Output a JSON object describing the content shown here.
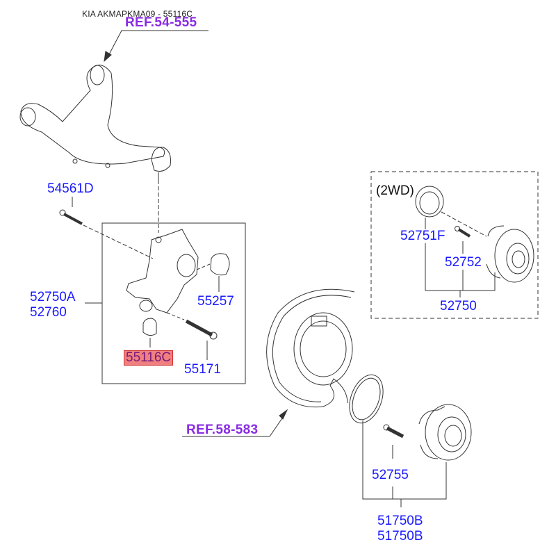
{
  "header": {
    "title": "KIA AKMAPKMA09 - 55116C"
  },
  "references": [
    {
      "id": "ref-54-555",
      "label": "REF.54-555"
    },
    {
      "id": "ref-58-583",
      "label": "REF.58-583"
    }
  ],
  "parts": {
    "p54561D": "54561D",
    "p52750A": "52750A",
    "p52760": "52760",
    "p55257": "55257",
    "p55116C": "55116C",
    "p55171": "55171",
    "p52751F": "52751F",
    "p52752": "52752",
    "p52750": "52750",
    "p52755": "52755",
    "p51750B_1": "51750B",
    "p51750B_2": "51750B"
  },
  "highlighted_part": "55116C",
  "notes": {
    "drive": "(2WD)"
  },
  "colors": {
    "part_label": "#1a1aff",
    "ref_label": "#8a2be2",
    "highlight_bg": "#f08080"
  }
}
